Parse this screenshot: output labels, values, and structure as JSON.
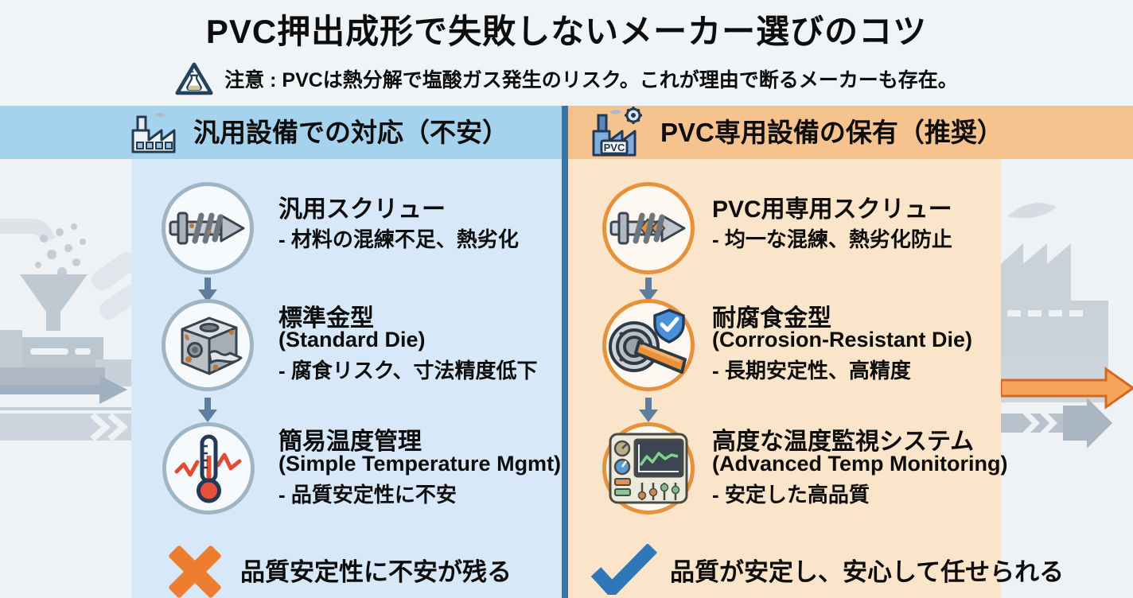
{
  "title": "PVC押出成形で失敗しないメーカー選びのコツ",
  "warning": {
    "icon": "warning-flask-icon",
    "text": "注意 : PVCは熱分解で塩酸ガス発生のリスク。これが理由で断るメーカーも存在。"
  },
  "columns": {
    "left": {
      "header": "汎用設備での対応（不安）",
      "header_icon": "factory-icon",
      "items": [
        {
          "icon": "generic-screw-icon",
          "title": "汎用スクリュー",
          "desc": "- 材料の混練不足、熱劣化"
        },
        {
          "icon": "standard-die-icon",
          "title": "標準金型",
          "subtitle": "(Standard Die)",
          "desc": "- 腐食リスク、寸法精度低下"
        },
        {
          "icon": "thermometer-icon",
          "title": "簡易温度管理",
          "subtitle": "(Simple Temperature Mgmt)",
          "desc": "- 品質安定性に不安"
        }
      ],
      "verdict": {
        "icon": "x-mark-icon",
        "text": "品質安定性に不安が残る"
      }
    },
    "right": {
      "header": "PVC専用設備の保有（推奨）",
      "header_icon": "factory-pvc-icon",
      "header_icon_label": "PVC",
      "items": [
        {
          "icon": "pvc-screw-icon",
          "title": "PVC用専用スクリュー",
          "desc": "- 均一な混練、熱劣化防止"
        },
        {
          "icon": "corrosion-resistant-die-icon",
          "title": "耐腐食金型",
          "subtitle": "(Corrosion-Resistant Die)",
          "desc": "- 長期安定性、高精度"
        },
        {
          "icon": "temp-monitoring-panel-icon",
          "title": "高度な温度監視システム",
          "subtitle": "(Advanced Temp Monitoring)",
          "desc": "- 安定した高品質"
        }
      ],
      "verdict": {
        "icon": "check-mark-icon",
        "text": "品質が安定し、安心して任せられる"
      }
    }
  },
  "colors": {
    "left_header_bg": "#A5D2EC",
    "left_panel_bg": "#D7E9F8",
    "right_header_bg": "#F6C28D",
    "right_panel_bg": "#FBE5CA",
    "divider": "#3876A8",
    "negative_accent": "#ED7D31",
    "positive_accent": "#2E77B8",
    "flow_arrow": "#5D7E9C"
  }
}
